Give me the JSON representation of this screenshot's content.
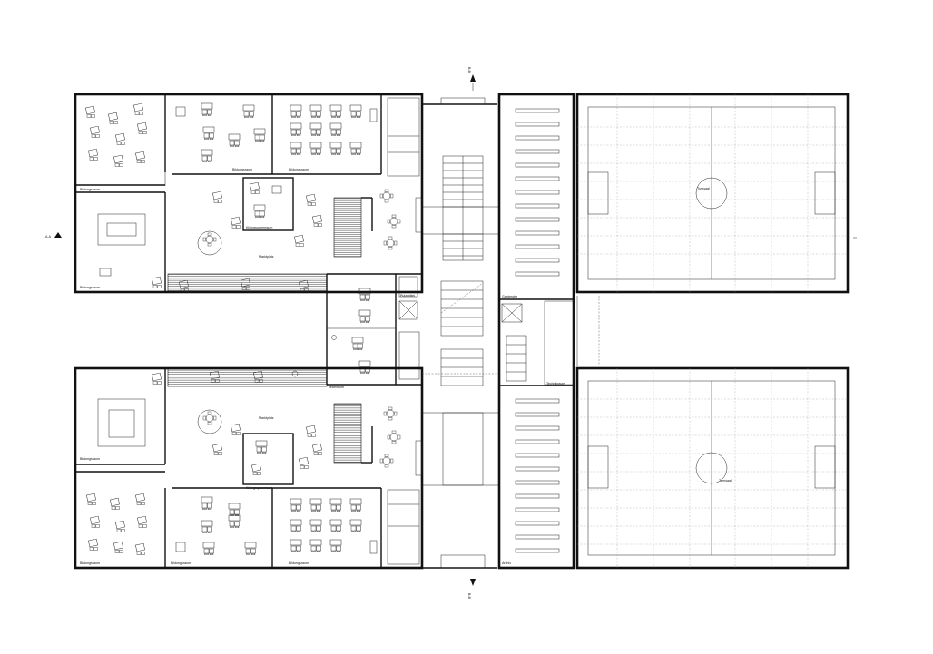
{
  "labels": {
    "lehrraum_tl": "Bildungsraum",
    "lehrraum_tl2": "Bildungsraum",
    "lehrraum_tm": "Bildungsraum",
    "lehrraum_tr": "Bildungsraum",
    "gruppen_top": "Kleingruppenraum",
    "markt_top": "Marktplatz",
    "lehrraum_bl": "Bildungsraum",
    "lehrraum_bl2": "Bildungsraum",
    "lehrraum_bm": "Bildungsraum",
    "lehrraum_br": "Bildungsraum",
    "gruppen_bot": "Kleingruppenraum",
    "markt_bot": "Marktplatz",
    "teamraum": "Teamraum",
    "putzmittel": "Putzmittel",
    "garderobe": "Garderobe",
    "technik": "Technikraum",
    "archiv": "Archiv",
    "turnsaal_top": "Turnsaal",
    "turnsaal_bot": "Turnsaal",
    "section_top": "B-B",
    "section_bot": "B-B",
    "section_left": "A-A"
  },
  "colors": {
    "ink": "#111111",
    "grid": "#9a9a9a",
    "paper": "#ffffff"
  }
}
